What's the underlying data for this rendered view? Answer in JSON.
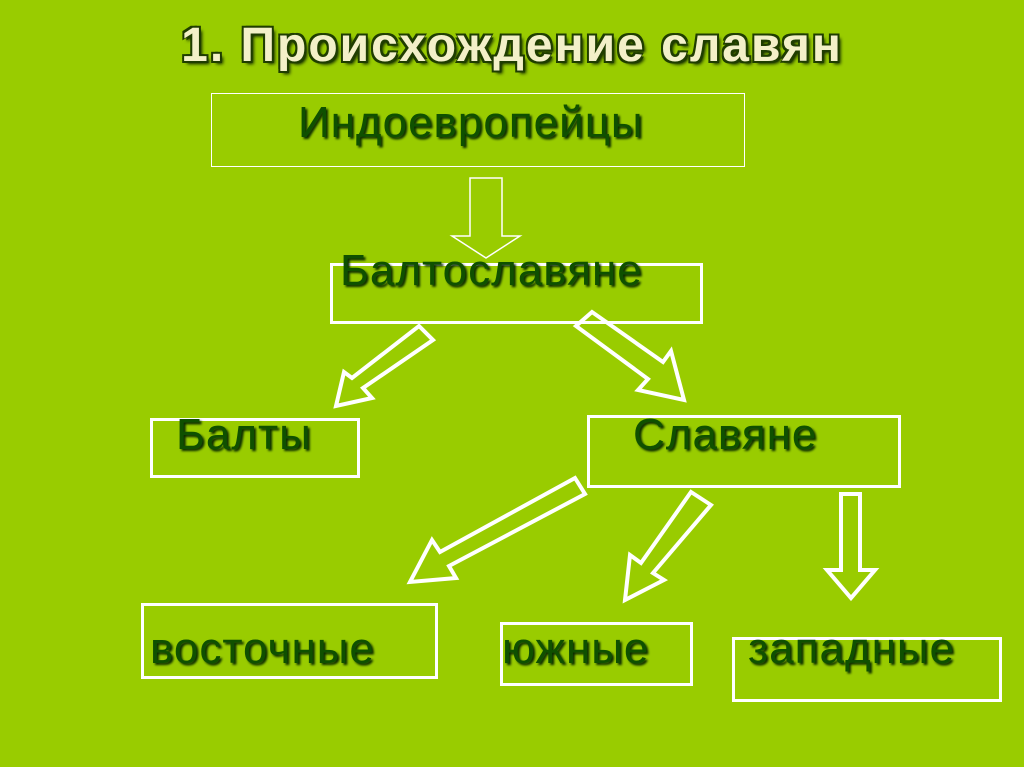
{
  "title": "1. Происхождение славян",
  "nodes": {
    "indoeuropeans": "Индоевропейцы",
    "baltoslavs": "Балтославяне",
    "balts": "Балты",
    "slavs": "Славяне",
    "eastern": "восточные",
    "southern": "южные",
    "western": "западные"
  },
  "colors": {
    "background": "#99cc00",
    "box_border": "#ffffff",
    "text": "#0f5000"
  }
}
